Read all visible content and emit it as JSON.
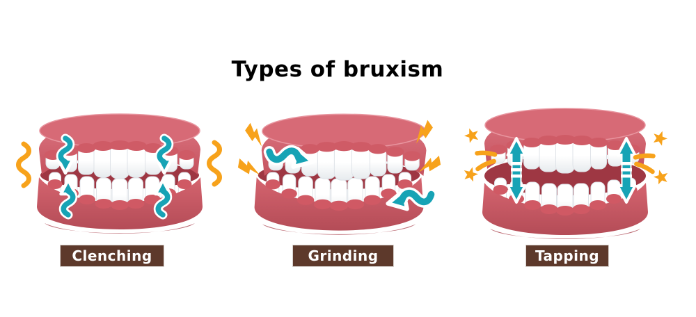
{
  "title": "Types of bruxism",
  "panels": [
    {
      "id": "clenching",
      "label": "Clenching",
      "motion_icons": [
        "down-arrow",
        "down-arrow",
        "up-arrow",
        "up-arrow"
      ],
      "effect_icons": [
        "vibration-squiggle",
        "vibration-squiggle"
      ]
    },
    {
      "id": "grinding",
      "label": "Grinding",
      "motion_icons": [
        "right-arrow",
        "left-arrow"
      ],
      "effect_icons": [
        "lightning",
        "lightning",
        "lightning",
        "lightning"
      ]
    },
    {
      "id": "tapping",
      "label": "Tapping",
      "motion_icons": [
        "up-down-arrow",
        "up-down-arrow"
      ],
      "effect_icons": [
        "star",
        "swoosh",
        "swoosh",
        "star",
        "star",
        "swoosh",
        "swoosh",
        "star"
      ]
    }
  ],
  "colors": {
    "background": "#ffffff",
    "title_text": "#000000",
    "gum_main": "#d2606b",
    "gum_top": "#d76a76",
    "gum_dark": "#b04a55",
    "mouth_interior": "#9e3743",
    "tooth": "#ffffff",
    "tooth_shade": "#e7ebee",
    "arrow_teal": "#17a3b5",
    "arrow_outline": "#ffffff",
    "effect_orange": "#f7a21b",
    "label_bg": "#5d392b",
    "label_text": "#ffffff"
  }
}
